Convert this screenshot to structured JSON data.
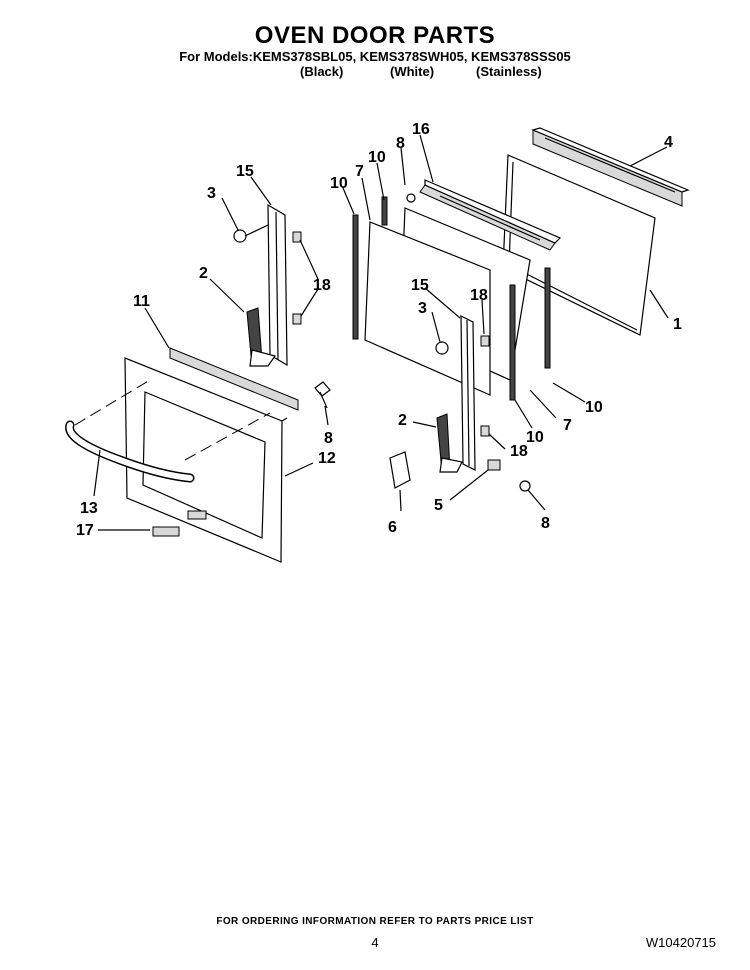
{
  "header": {
    "title": "OVEN DOOR PARTS",
    "models": "For Models:KEMS378SBL05, KEMS378SWH05, KEMS378SSS05",
    "variants": [
      "(Black)",
      "(White)",
      "(Stainless)"
    ]
  },
  "callouts": {
    "c1": "1",
    "c2a": "2",
    "c2b": "2",
    "c3a": "3",
    "c3b": "3",
    "c4": "4",
    "c5": "5",
    "c6": "6",
    "c7a": "7",
    "c7b": "7",
    "c8a": "8",
    "c8b": "8",
    "c8c": "8",
    "c10a": "10",
    "c10b": "10",
    "c10c": "10",
    "c10d": "10",
    "c11": "11",
    "c12": "12",
    "c13": "13",
    "c15a": "15",
    "c15b": "15",
    "c16": "16",
    "c17": "17",
    "c18a": "18",
    "c18b": "18",
    "c18c": "18"
  },
  "footer": {
    "ordering_note": "FOR ORDERING INFORMATION REFER TO PARTS PRICE LIST",
    "page_number": "4",
    "document_number": "W10420715"
  }
}
